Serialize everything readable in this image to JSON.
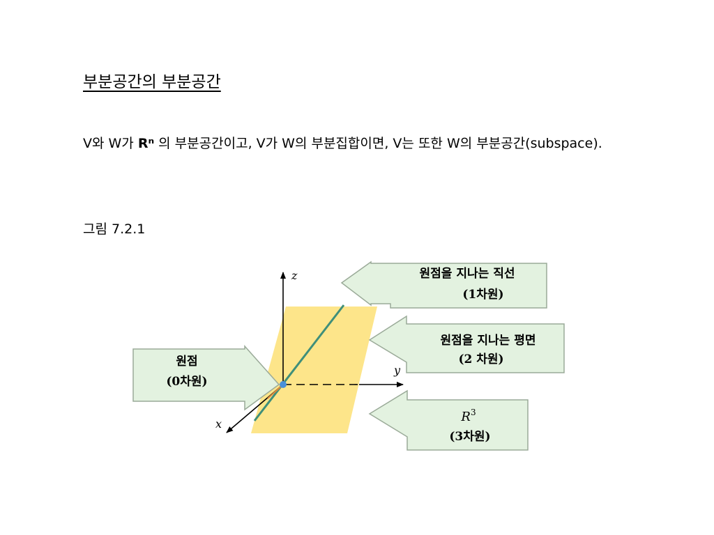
{
  "title": "부분공간의 부분공간",
  "paragraph": {
    "part1": "V와 W가 ",
    "rn": "Rⁿ",
    "part2": " 의 부분공간이고, V가 W의 부분집합이면, V는 또한 W의 부분공간(subspace)."
  },
  "caption": "그림 7.2.1",
  "figure": {
    "axis_z": "z",
    "axis_y": "y",
    "axis_x": "x",
    "callout_line": {
      "line1": "원점을 지나는 직선",
      "line2": "(1차원)"
    },
    "callout_plane": {
      "line1": "원점을 지나는 평면",
      "line2": "(2 차원)"
    },
    "callout_r3": {
      "line1": "R",
      "sup": "3",
      "line2": "(3차원)"
    },
    "callout_origin": {
      "line1": "원점",
      "line2": "(0차원)"
    },
    "colors": {
      "callout_fill": "#e3f2e0",
      "callout_stroke": "#9aaa98",
      "plane_fill": "#fde58a",
      "line_color": "#3f8f7a",
      "origin_dot": "#4a90d9"
    }
  }
}
